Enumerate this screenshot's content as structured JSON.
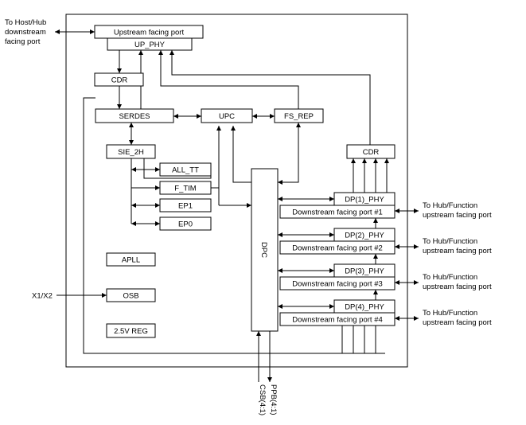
{
  "blocks": {
    "upstream_port": "Upstream facing port",
    "up_phy": "UP_PHY",
    "cdr_up": "CDR",
    "serdes": "SERDES",
    "upc": "UPC",
    "fs_rep": "FS_REP",
    "sie_2h": "SIE_2H",
    "all_tt": "ALL_TT",
    "f_tim": "F_TIM",
    "ep1": "EP1",
    "ep0": "EP0",
    "apll": "APLL",
    "osb": "OSB",
    "reg": "2.5V REG",
    "dpc": "DPC",
    "cdr_down": "CDR"
  },
  "downstream": [
    {
      "phy": "DP(1)_PHY",
      "port": "Downstream facing port #1"
    },
    {
      "phy": "DP(2)_PHY",
      "port": "Downstream facing port #2"
    },
    {
      "phy": "DP(3)_PHY",
      "port": "Downstream facing port #3"
    },
    {
      "phy": "DP(4)_PHY",
      "port": "Downstream facing port #4"
    }
  ],
  "external": {
    "host_line1": "To Host/Hub",
    "host_line2": "downstream",
    "host_line3": "facing port",
    "func_line1": "To Hub/Function",
    "func_line2": "upstream facing port",
    "clock": "X1/X2",
    "ppb": "PPB(4:1)",
    "csb": "CSB(4:1)"
  }
}
